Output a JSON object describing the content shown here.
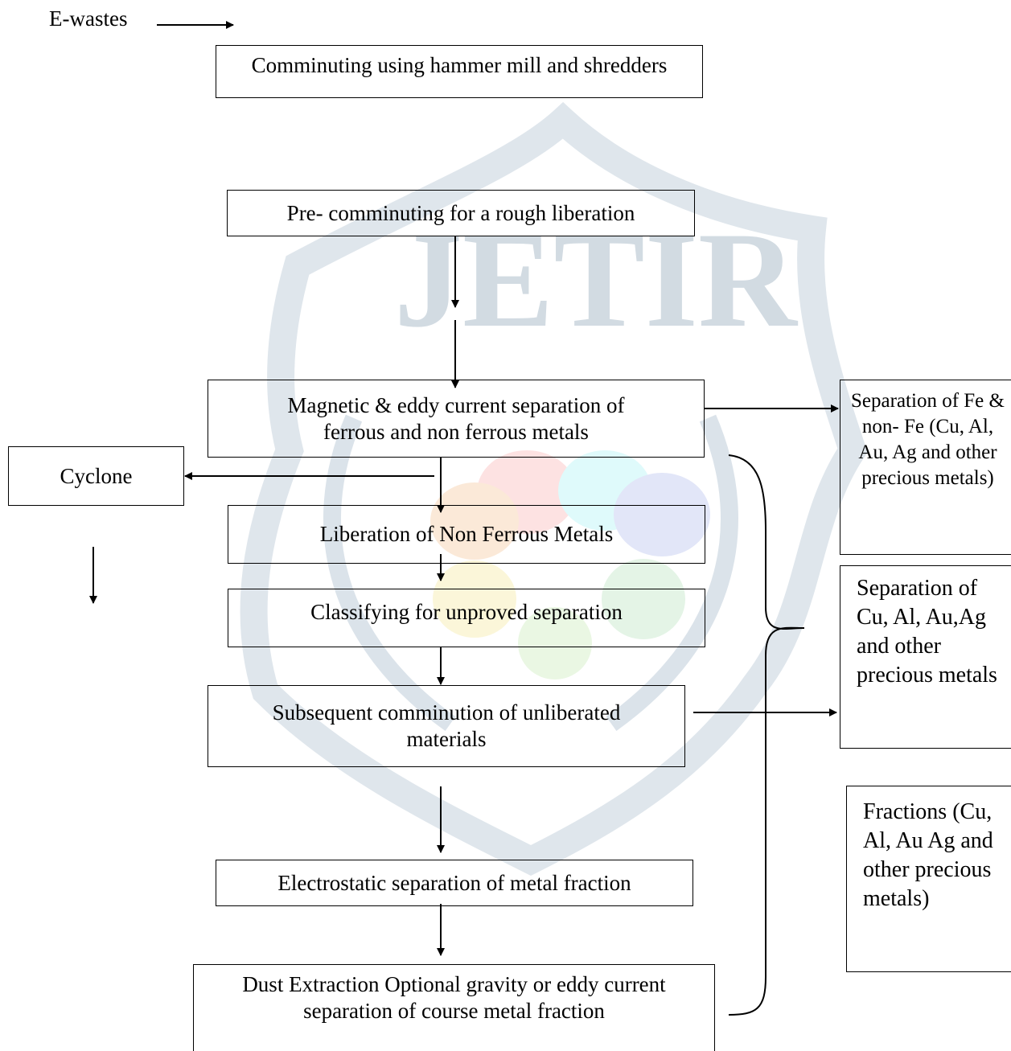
{
  "watermark": {
    "text": "JETIR"
  },
  "labels": {
    "ewastes": "E-wastes"
  },
  "boxes": {
    "comminuting": "Comminuting using hammer mill and shredders",
    "pre_comminuting": "Pre- comminuting for a rough liberation",
    "magnetic": "Magnetic & eddy current separation of ferrous and non ferrous metals",
    "cyclone": "Cyclone",
    "liberation": "Liberation of Non Ferrous Metals",
    "classifying": "Classifying for unproved separation",
    "subsequent": "Subsequent comminution of unliberated materials",
    "electrostatic": "Electrostatic separation of metal fraction",
    "dust": "Dust Extraction Optional gravity or eddy current separation of course metal fraction",
    "sep_fe": "Separation of Fe & non- Fe (Cu, Al, Au, Ag and other precious metals)",
    "sep_cu": "Separation of Cu, Al, Au,Ag and other precious metals",
    "fractions": "Fractions (Cu, Al, Au Ag and other precious metals)"
  }
}
